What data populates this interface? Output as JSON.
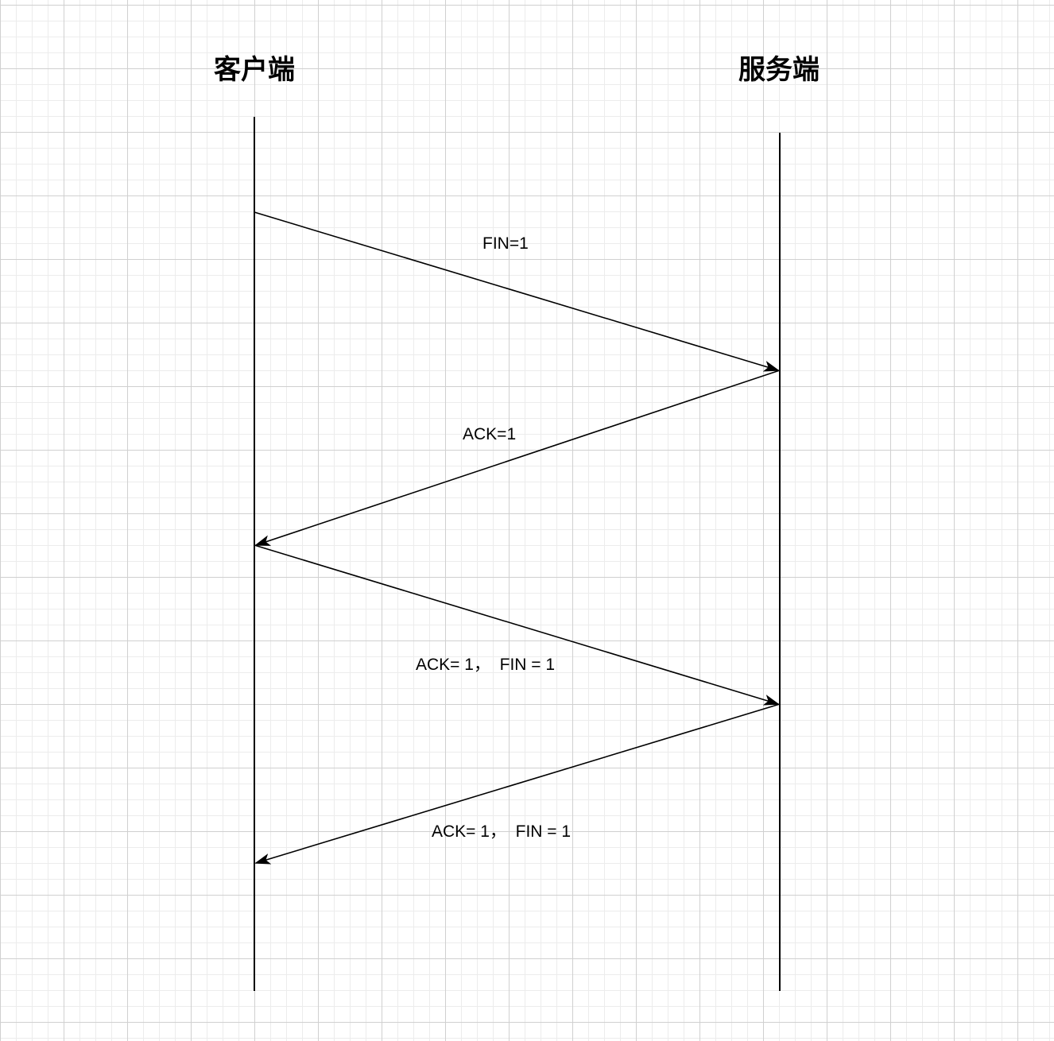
{
  "actors": {
    "client": "客户端",
    "server": "服务端"
  },
  "messages": [
    {
      "label": "FIN=1",
      "from": "client",
      "to": "server"
    },
    {
      "label": "ACK=1",
      "from": "server",
      "to": "client"
    },
    {
      "label": "ACK= 1，  FIN = 1",
      "from": "client",
      "to": "server"
    },
    {
      "label": "ACK= 1，  FIN = 1",
      "from": "server",
      "to": "client"
    }
  ],
  "colors": {
    "line": "#000000",
    "grid_major": "#d0d0d0",
    "grid_minor": "#ececec"
  }
}
